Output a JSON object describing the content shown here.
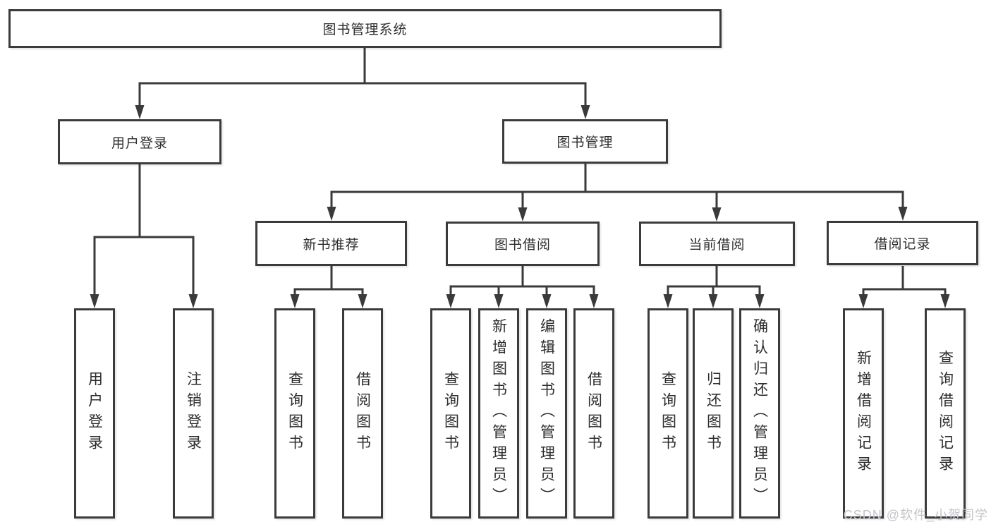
{
  "diagram": {
    "root": {
      "label": "图书管理系统"
    },
    "level2": [
      {
        "label": "用户登录"
      },
      {
        "label": "图书管理"
      }
    ],
    "level3": [
      {
        "label": "新书推荐"
      },
      {
        "label": "图书借阅"
      },
      {
        "label": "当前借阅"
      },
      {
        "label": "借阅记录"
      }
    ],
    "leaves": [
      {
        "label": "用户登录"
      },
      {
        "label": "注销登录"
      },
      {
        "label": "查询图书"
      },
      {
        "label": "借阅图书"
      },
      {
        "label": "查询图书"
      },
      {
        "label": "新增图书（管理员）"
      },
      {
        "label": "编辑图书（管理员）"
      },
      {
        "label": "借阅图书"
      },
      {
        "label": "查询图书"
      },
      {
        "label": "归还图书"
      },
      {
        "label": "确认归还（管理员）"
      },
      {
        "label": "新增借阅记录"
      },
      {
        "label": "查询借阅记录"
      }
    ]
  },
  "watermark": {
    "text": "CSDN @软件_小贺同学"
  },
  "colors": {
    "line": "#3a3a3a",
    "box_border": "#3b3b3b",
    "text": "#2d2d2d",
    "watermark": "#c4c4cb",
    "background": "#ffffff"
  }
}
